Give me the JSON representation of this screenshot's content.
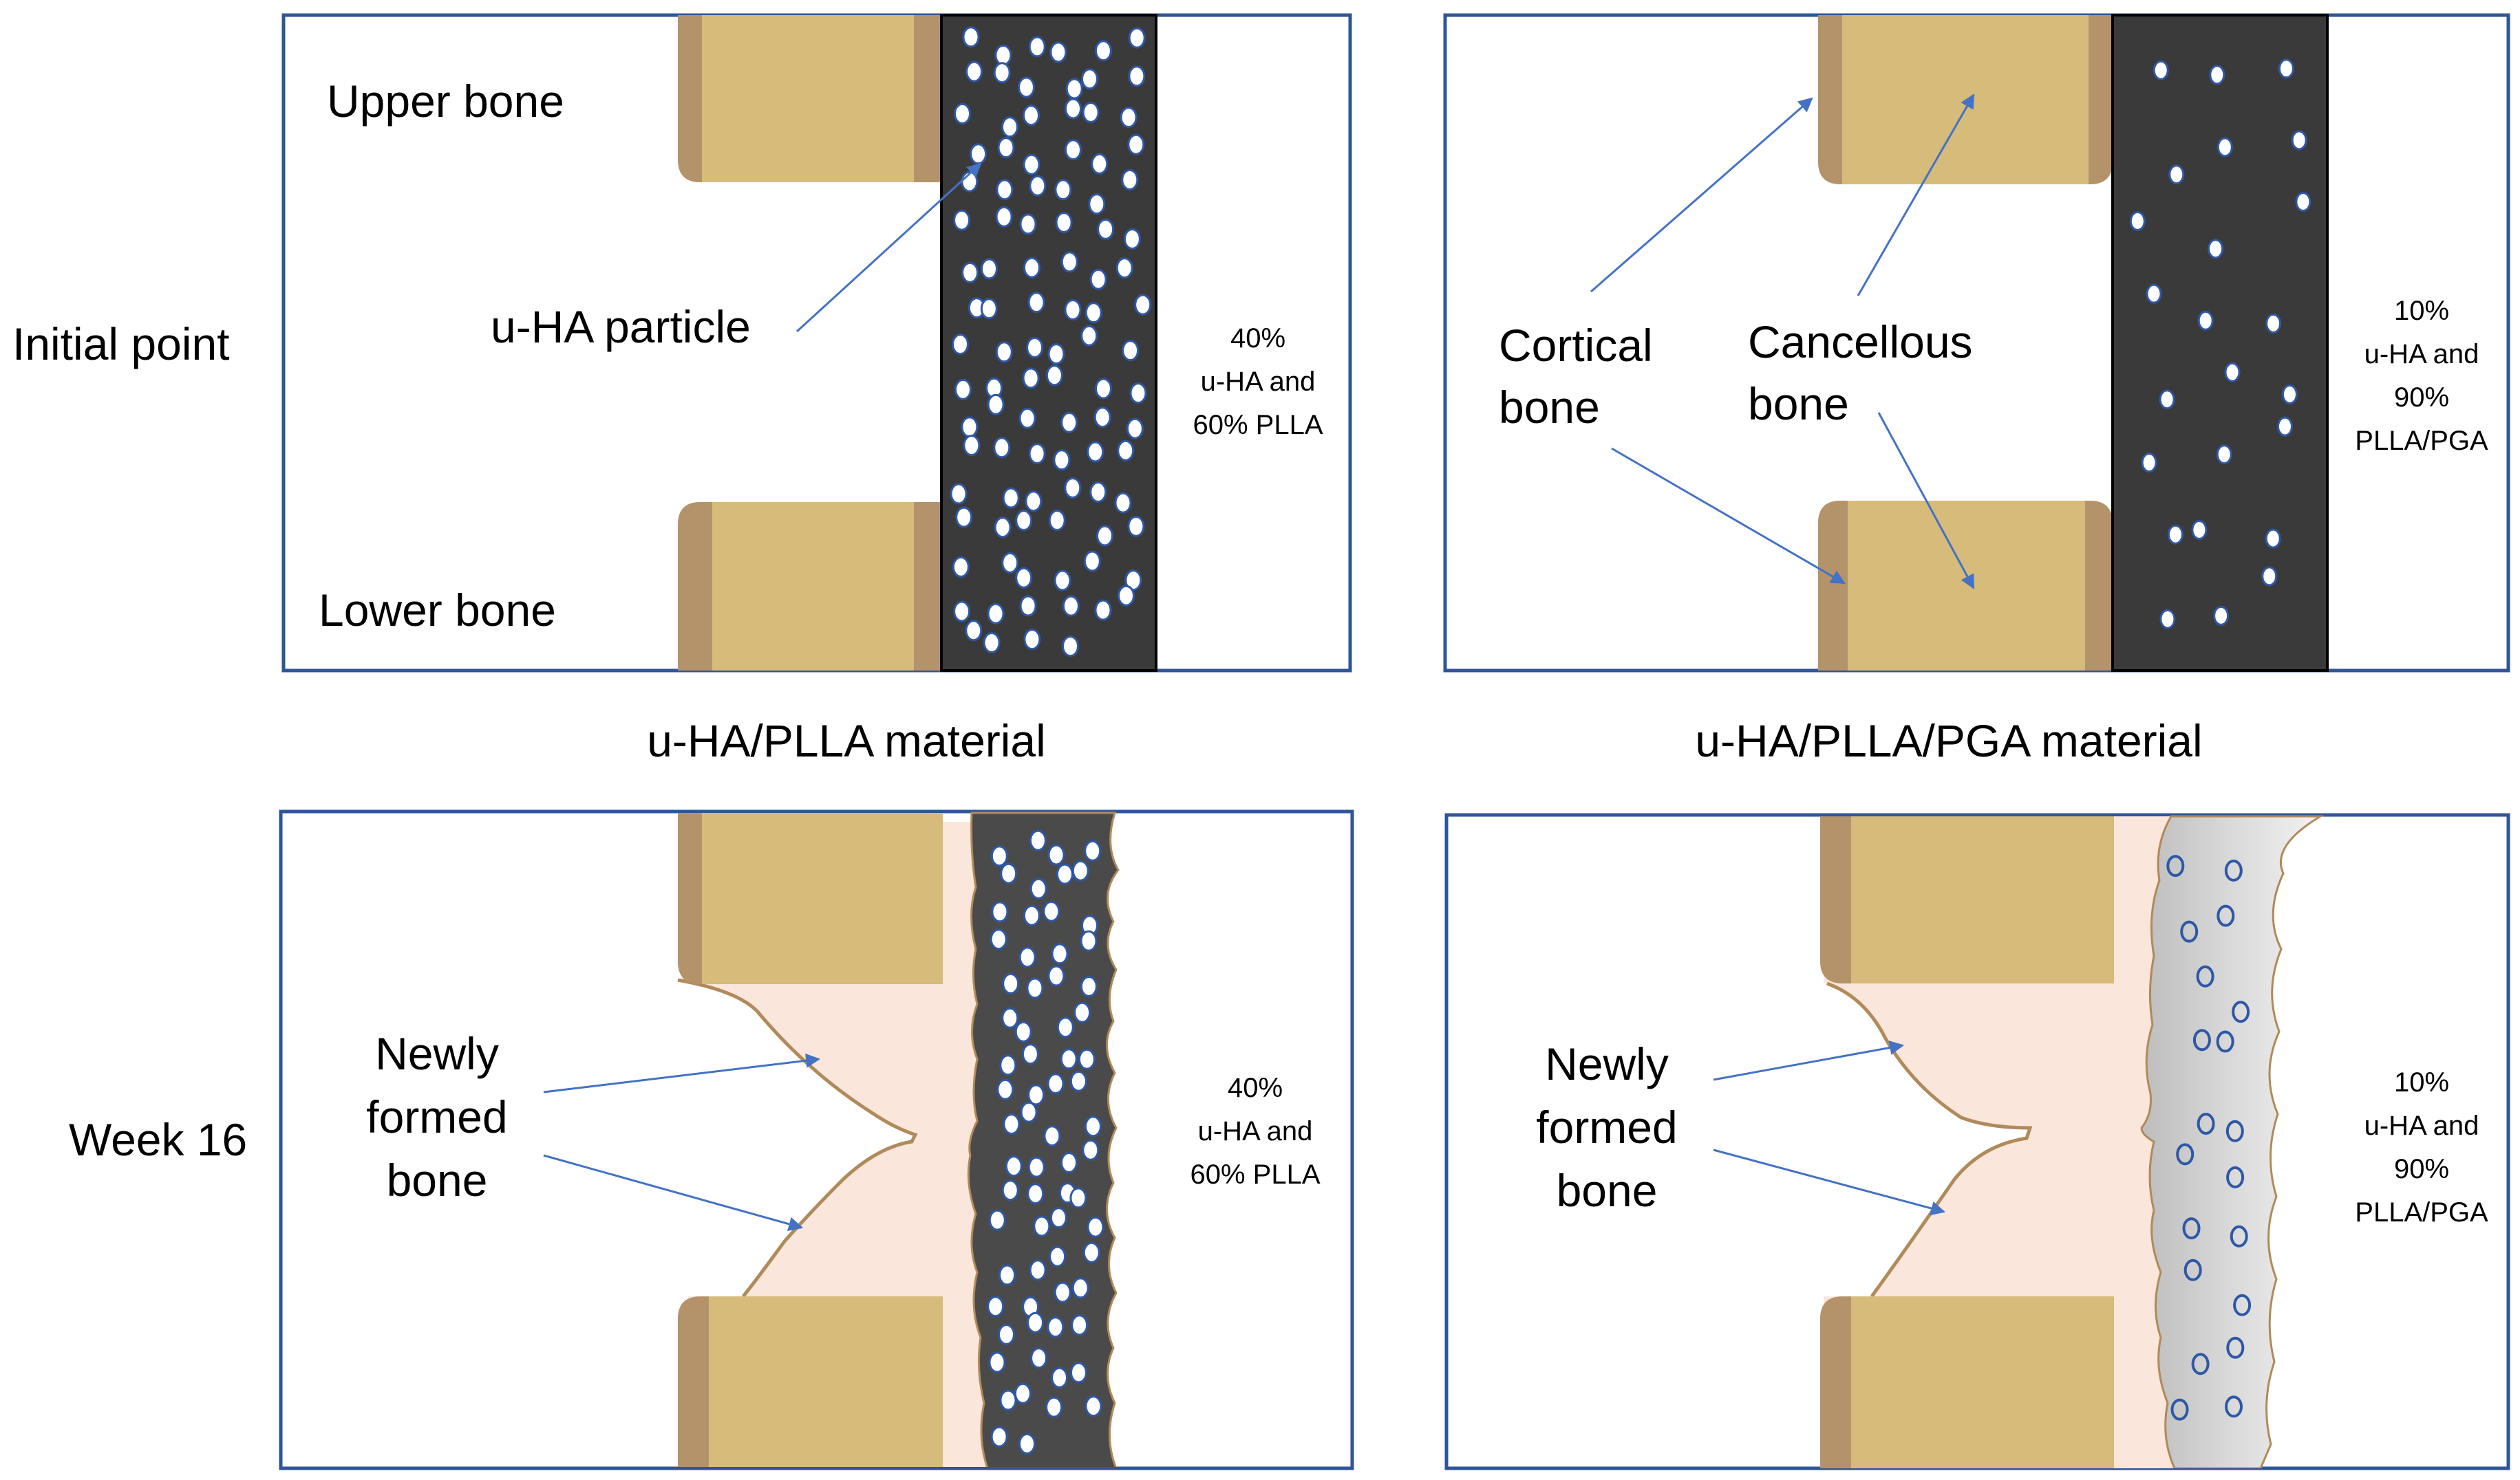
{
  "rows": [
    {
      "label": "Initial point"
    },
    {
      "label": "Week 16"
    }
  ],
  "columns": [
    {
      "caption": "u-HA/PLLA material",
      "composition": [
        "40%",
        "u-HA and",
        "60% PLLA"
      ]
    },
    {
      "caption": "u-HA/PLLA/PGA material",
      "composition": [
        "10%",
        "u-HA and",
        "90%",
        "PLLA/PGA"
      ]
    }
  ],
  "labels": {
    "upper_bone": "Upper bone",
    "lower_bone": "Lower bone",
    "uha_particle": "u-HA particle",
    "cortical_bone": [
      "Cortical",
      "bone"
    ],
    "cancellous_bone": [
      "Cancellous",
      "bone"
    ],
    "new_bone_left": [
      "Newly",
      "formed",
      "bone"
    ],
    "new_bone_right": [
      "Newly",
      "formed",
      "bone"
    ]
  },
  "colors": {
    "panel_border": "#2f5597",
    "cancellous": "#d6bb7b",
    "cortical": "#b4936a",
    "material_dark": "#3a3a3a",
    "material_degraded": "#4a4a4a",
    "material_light": "#cfcfcf",
    "new_bone": "#fbe6db",
    "new_bone_outline": "#b08a5a",
    "particle_outline": "#2e58a6",
    "arrow": "#4472c4"
  }
}
